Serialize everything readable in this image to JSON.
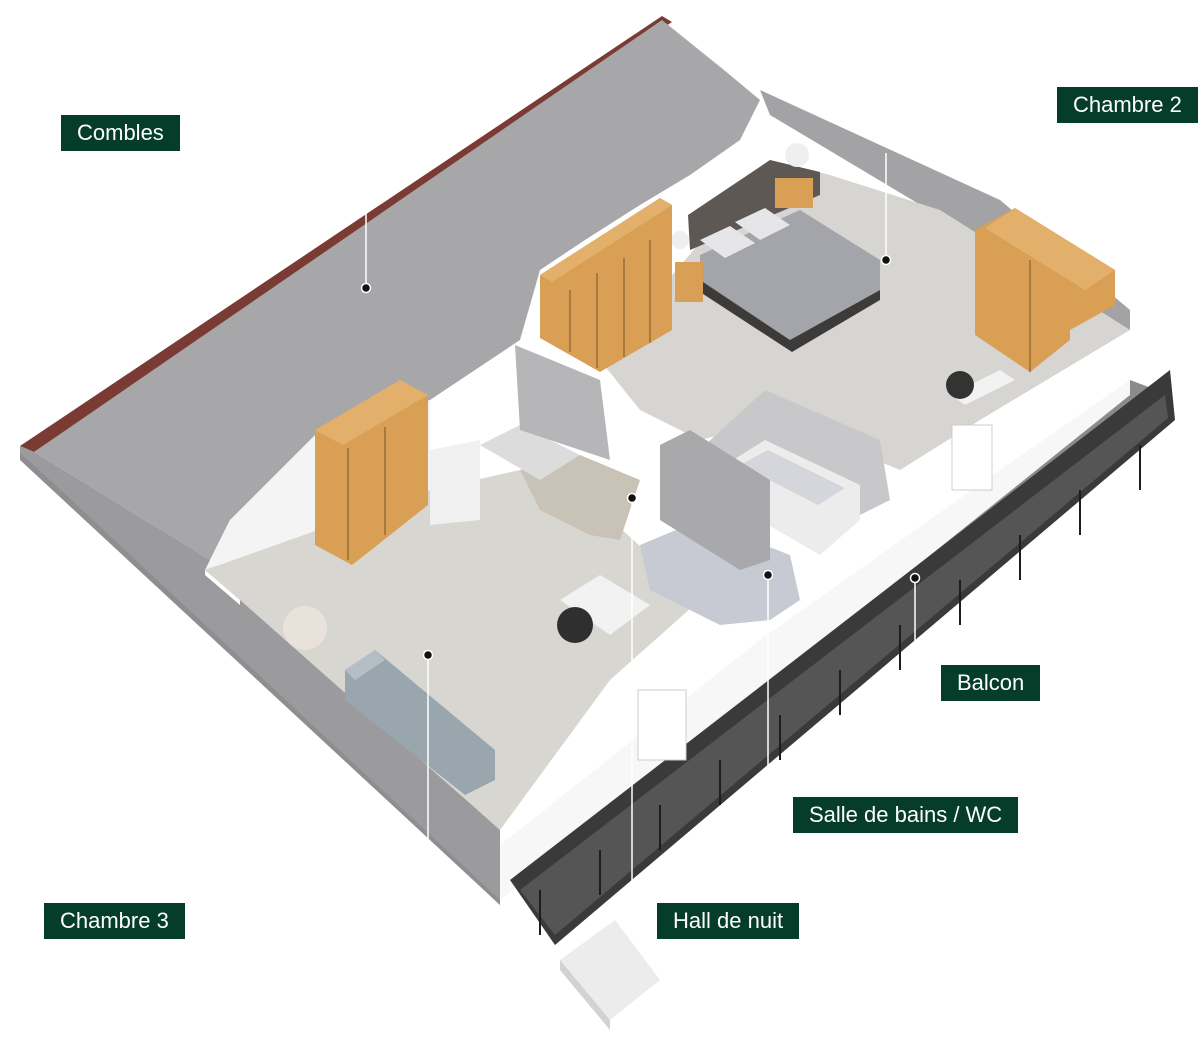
{
  "rooms": {
    "combles": {
      "label": "Combles"
    },
    "chambre_2": {
      "label": "Chambre 2"
    },
    "balcon": {
      "label": "Balcon"
    },
    "salle_de_bains_wc": {
      "label": "Salle de bains / WC"
    },
    "hall_de_nuit": {
      "label": "Hall de nuit"
    },
    "chambre_3": {
      "label": "Chambre 3"
    }
  },
  "colors": {
    "label_background": "#063d2a",
    "label_text": "#ffffff",
    "roof_edge": "#7a3b34",
    "wall_gray": "#a9a9ab",
    "floor_beige": "#d8d6d2",
    "wood": "#d9a055",
    "railing": "#2b2b2b",
    "bathroom_floor": "#c9ccd6"
  },
  "icons": [
    "callout-dot",
    "leader-line"
  ]
}
